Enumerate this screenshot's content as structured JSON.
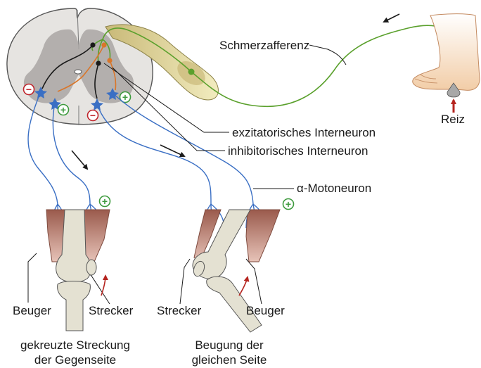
{
  "labels": {
    "pain_afferent": "Schmerzafferenz",
    "stimulus": "Reiz",
    "excitatory_interneuron": "exzitatorisches Interneuron",
    "inhibitory_interneuron": "inhibitorisches Interneuron",
    "alpha_motoneuron": "α-Motoneuron",
    "left_flexor": "Beuger",
    "left_extensor": "Strecker",
    "right_extensor": "Strecker",
    "right_flexor": "Beuger"
  },
  "captions": {
    "left_line1": "gekreuzte Streckung",
    "left_line2": "der Gegenseite",
    "right_line1": "Beugung der",
    "right_line2": "gleichen Seite"
  },
  "signs": {
    "plus": "+",
    "minus": "−"
  },
  "colors": {
    "pain_fiber": "#5aa02c",
    "excitatory": "#1a1a1a",
    "inhibitory": "#d9762a",
    "motoneuron": "#3a6fc4",
    "grey_matter": "#a9a6a3",
    "cord_fill": "#e6e4e1",
    "ganglion": "#e7dfa0",
    "muscle": "#c58b7e",
    "bone": "#e4e1d2",
    "arrow_red": "#b5241f",
    "plus_green": "#3d9a3d",
    "minus_red": "#c0262d"
  },
  "icons": [
    "spinal-cord-cross-section",
    "dorsal-root-ganglion",
    "foot",
    "pain-stimulus-pin",
    "knee-joint",
    "neuron-star"
  ]
}
